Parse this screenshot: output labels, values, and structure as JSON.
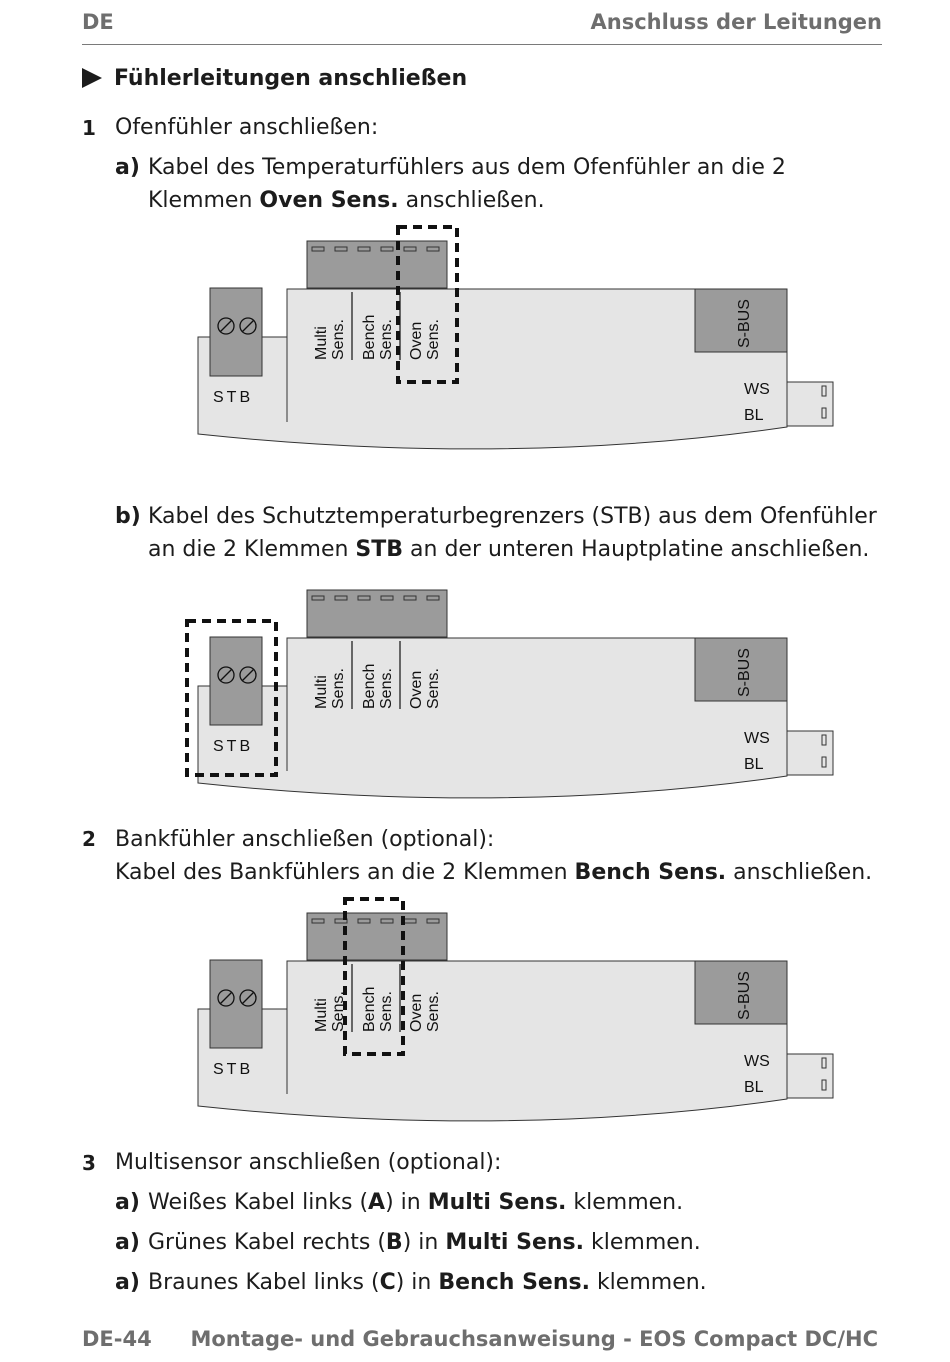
{
  "header": {
    "left": "DE",
    "right": "Anschluss der Leitungen"
  },
  "section_title": "Fühlerleitungen anschließen",
  "steps": {
    "s1": {
      "num": "1",
      "text": "Ofenfühler anschließen:"
    },
    "s1a": {
      "label": "a)",
      "pre": "Kabel des Temperaturfühlers aus dem Ofenfühler an die 2 Klemmen ",
      "bold": "Oven Sens.",
      "post": " anschließen."
    },
    "s1b": {
      "label": "b)",
      "pre": "Kabel des Schutztemperaturbegrenzers (STB) aus dem Ofenfühler an die 2 Klemmen ",
      "bold": "STB",
      "post": " an der unteren Hauptplatine anschließen."
    },
    "s2": {
      "num": "2",
      "line1": "Bankfühler anschließen (optional):",
      "pre": "Kabel des Bankfühlers an die 2 Klemmen ",
      "bold": "Bench Sens.",
      "post": " anschließen."
    },
    "s3": {
      "num": "3",
      "text": "Multisensor anschließen (optional):"
    },
    "s3a": {
      "label": "a)",
      "pre": "Weißes Kabel links (",
      "b1": "A",
      "mid": ") in ",
      "b2": "Multi Sens.",
      "post": " klemmen."
    },
    "s3b": {
      "label": "a)",
      "pre": "Grünes Kabel rechts (",
      "b1": "B",
      "mid": ") in ",
      "b2": "Multi Sens.",
      "post": " klemmen."
    },
    "s3c": {
      "label": "a)",
      "pre": "Braunes Kabel links (",
      "b1": "C",
      "mid": ") in ",
      "b2": "Bench Sens.",
      "post": " klemmen."
    }
  },
  "diagram": {
    "stb_label": "STB",
    "multi_1": "Multi",
    "multi_2": "Sens.",
    "bench_1": "Bench",
    "bench_2": "Sens.",
    "oven_1": "Oven",
    "oven_2": "Sens.",
    "sbus": "S-BUS",
    "ws": "WS",
    "bl": "BL",
    "fill_light": "#e5e5e5",
    "fill_dark": "#9b9b9b"
  },
  "footer": {
    "left": "DE-44",
    "right": "Montage- und Gebrauchsanweisung - EOS Compact DC/HC"
  }
}
